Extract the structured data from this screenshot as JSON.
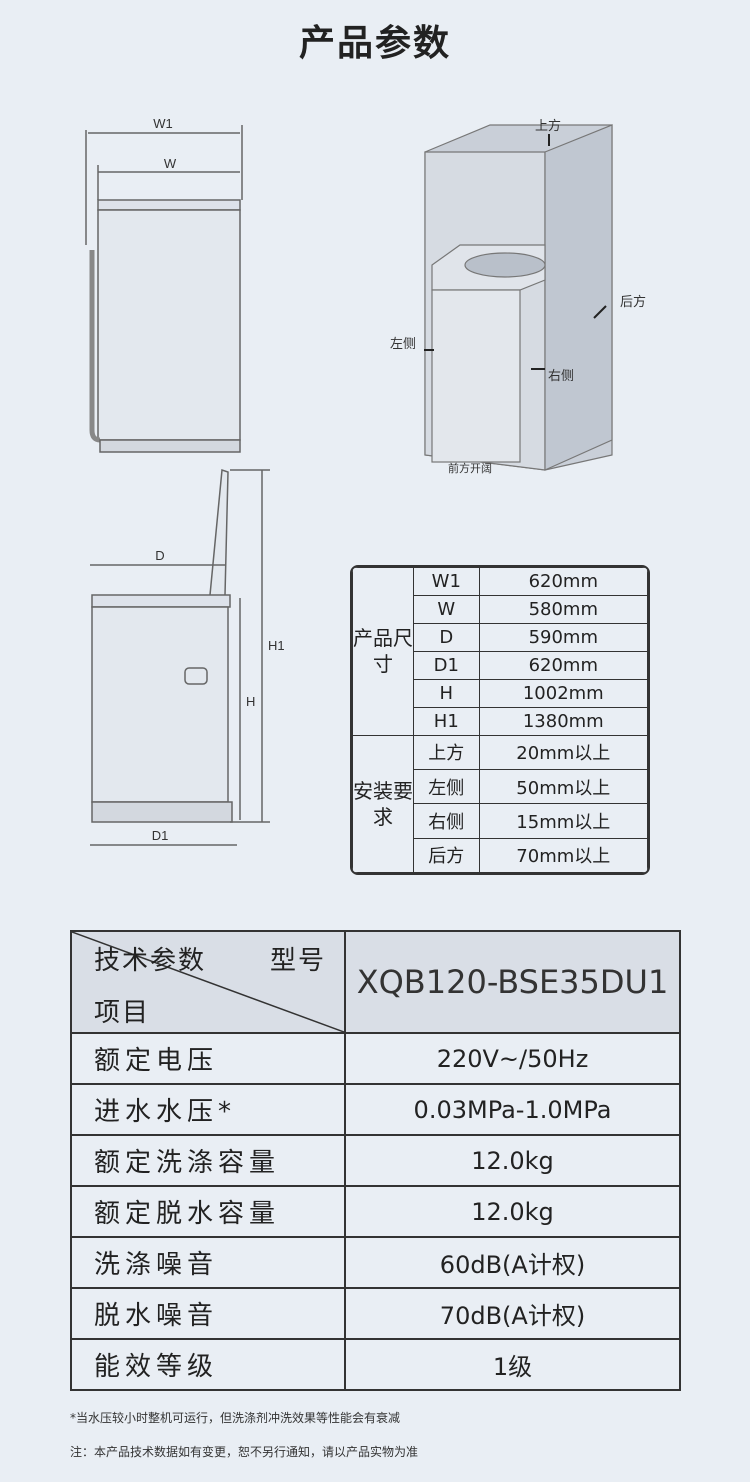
{
  "title": "产品参数",
  "diagram_labels": {
    "w1": "W1",
    "w": "W",
    "d": "D",
    "d1": "D1",
    "h": "H",
    "h1": "H1",
    "top": "上方",
    "back": "后方",
    "left": "左侧",
    "right": "右侧",
    "front": "前方开阔"
  },
  "dimensions": {
    "group1": "产品尺寸",
    "group2": "安装要求",
    "rows": [
      {
        "k": "W1",
        "v": "620mm"
      },
      {
        "k": "W",
        "v": "580mm"
      },
      {
        "k": "D",
        "v": "590mm"
      },
      {
        "k": "D1",
        "v": "620mm"
      },
      {
        "k": "H",
        "v": "1002mm"
      },
      {
        "k": "H1",
        "v": "1380mm"
      },
      {
        "k": "上方",
        "v": "20mm以上"
      },
      {
        "k": "左侧",
        "v": "50mm以上"
      },
      {
        "k": "右侧",
        "v": "15mm以上"
      },
      {
        "k": "后方",
        "v": "70mm以上"
      }
    ]
  },
  "specs": {
    "header_param": "技术参数",
    "header_model_label": "型号",
    "header_item": "项目",
    "model": "XQB120-BSE35DU1",
    "rows": [
      {
        "k": "额定电压",
        "v": "220V~/50Hz"
      },
      {
        "k": "进水水压*",
        "v": "0.03MPa-1.0MPa"
      },
      {
        "k": "额定洗涤容量",
        "v": "12.0kg"
      },
      {
        "k": "额定脱水容量",
        "v": "12.0kg"
      },
      {
        "k": "洗涤噪音",
        "v": "60dB(A计权)"
      },
      {
        "k": "脱水噪音",
        "v": "70dB(A计权)"
      },
      {
        "k": "能效等级",
        "v": "1级"
      }
    ]
  },
  "notes": [
    "*当水压较小时整机可运行，但洗涤剂冲洗效果等性能会有衰减",
    "注：本产品技术数据如有变更，恕不另行通知，请以产品实物为准"
  ]
}
